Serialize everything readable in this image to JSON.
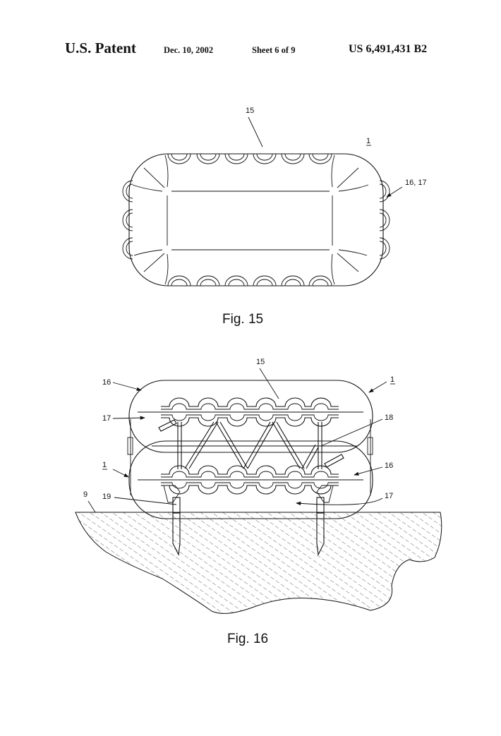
{
  "header": {
    "title": "U.S. Patent",
    "date": "Dec. 10, 2002",
    "sheet": "Sheet 6 of 9",
    "patent_number": "US 6,491,431 B2"
  },
  "figures": [
    {
      "caption": "Fig. 15",
      "labels": {
        "top_loops": "15",
        "device": "1",
        "side": "16, 17"
      }
    },
    {
      "caption": "Fig. 16",
      "labels": {
        "loops": "15",
        "upper_outer": "16",
        "upper_inner": "17",
        "device_upper": "1",
        "cross_braces": "18",
        "device_lower": "1",
        "lower_outer": "16",
        "stake": "19",
        "lower_inner": "17",
        "ground": "9"
      }
    }
  ]
}
